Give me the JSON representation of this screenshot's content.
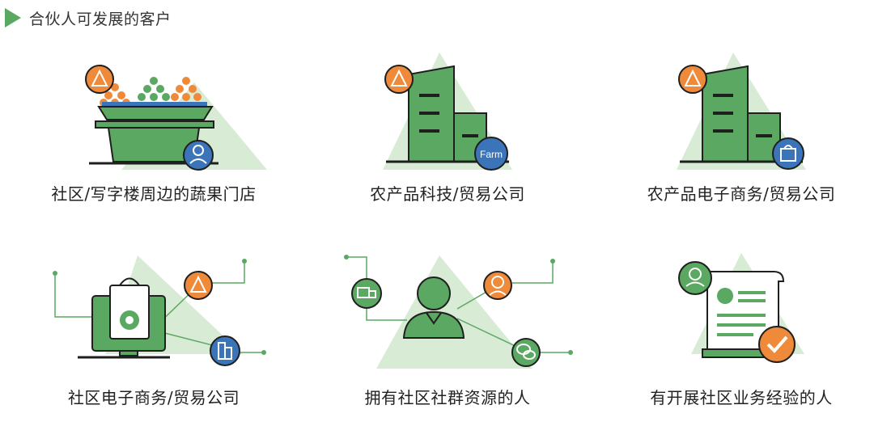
{
  "header": {
    "title": "合伙人可发展的客户"
  },
  "badges": {
    "farm": "Farm"
  },
  "customers": [
    {
      "label": "社区/写字楼周边的蔬果门店"
    },
    {
      "label": "农产品科技/贸易公司"
    },
    {
      "label": "农产品电子商务/贸易公司"
    },
    {
      "label": "社区电子商务/贸易公司"
    },
    {
      "label": "拥有社区社群资源的人"
    },
    {
      "label": "有开展社区业务经验的人"
    }
  ],
  "colors": {
    "accent_green": "#5aa862",
    "light_green": "#d7ebd5",
    "orange": "#ee8a3a",
    "blue": "#3c74b9",
    "outline": "#1f1f1f"
  }
}
